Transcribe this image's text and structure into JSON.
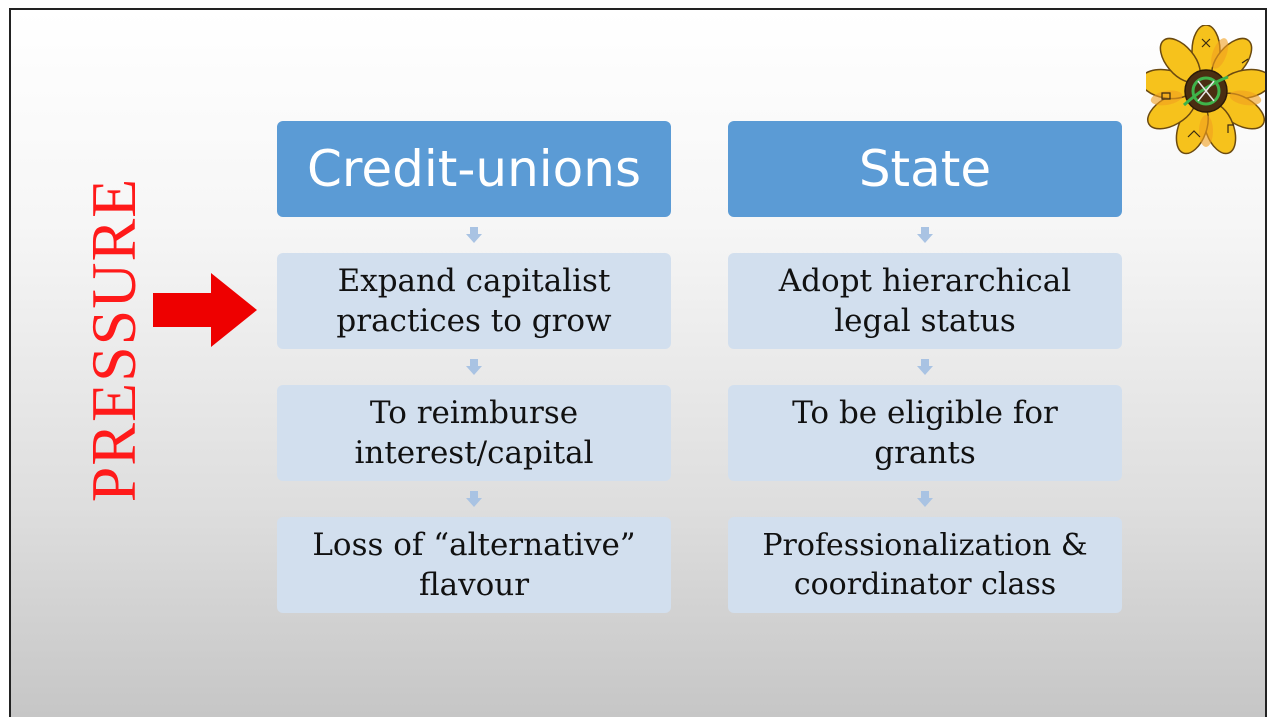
{
  "side_label": "PRESSURE",
  "columns": [
    {
      "header": "Credit-unions",
      "steps": [
        [
          "Expand capitalist",
          "practices to grow"
        ],
        [
          "To reimburse",
          "interest/capital"
        ],
        [
          "Loss of “alternative”",
          "flavour"
        ]
      ]
    },
    {
      "header": "State",
      "steps": [
        [
          "Adopt hierarchical",
          "legal status"
        ],
        [
          "To be eligible for",
          "grants"
        ],
        [
          "Professionalization &",
          "coordinator class"
        ]
      ]
    }
  ],
  "colors": {
    "pressure_text": "#ff1a1a",
    "arrow": "#ee0000",
    "header_fill": "#5b9bd5",
    "box_fill": "#d2dfee",
    "connector": "#a9c3e3"
  },
  "icons": {
    "pressure_arrow": "right-arrow-icon",
    "connector": "down-arrow-icon",
    "logo": "sunflower-logo"
  }
}
